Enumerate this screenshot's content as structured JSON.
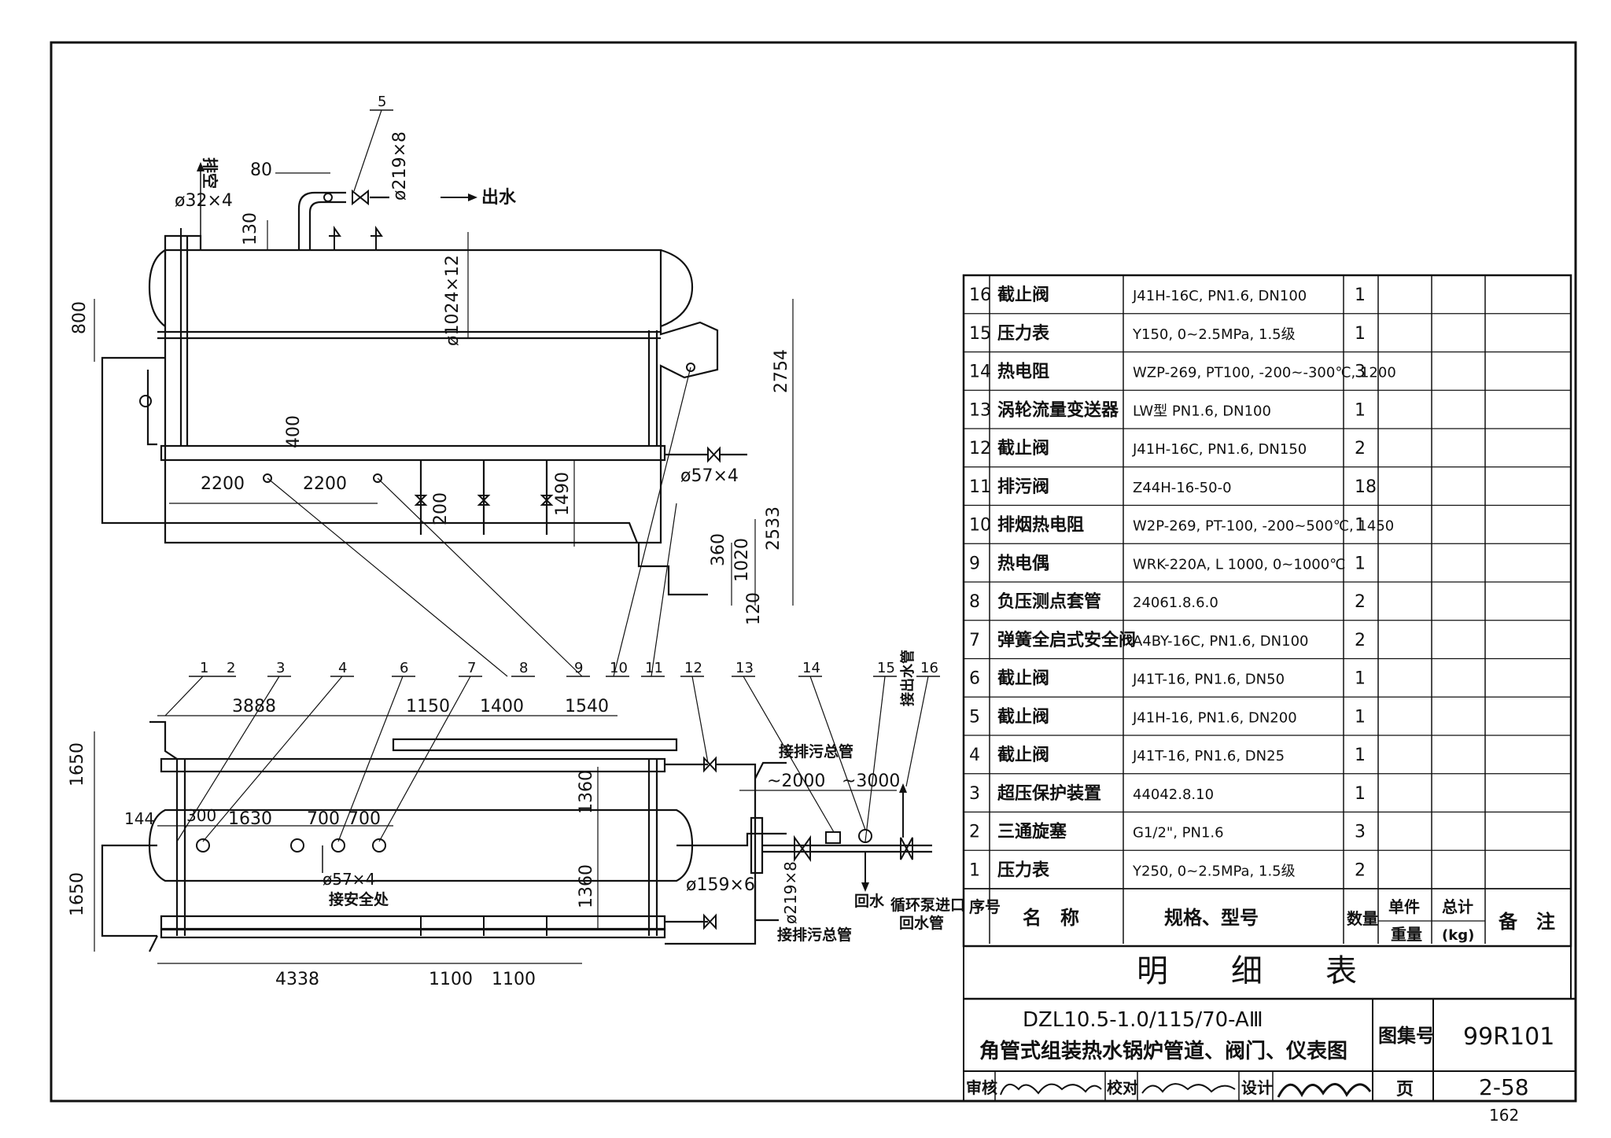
{
  "drawing": {
    "page_number": "162",
    "elevation_view": {
      "dims": {
        "d80": "80",
        "d130": "130",
        "d800": "800",
        "d2754": "2754",
        "d400": "400",
        "d2200a": "2200",
        "d2200b": "2200",
        "d200": "200",
        "d1490": "1490",
        "d2533": "2533",
        "d360": "360",
        "d1020": "1020",
        "d120": "120",
        "phi32": "ø32×4",
        "phi219": "ø219×8",
        "phi1024": "ø1024×12",
        "phi57": "ø57×4"
      },
      "labels": {
        "vent": "排空",
        "outlet": "出水"
      }
    },
    "plan_view": {
      "dims": {
        "d3888": "3888",
        "d1150": "1150",
        "d1400": "1400",
        "d1540": "1540",
        "d1650a": "1650",
        "d1650b": "1650",
        "d144": "144",
        "d300": "300",
        "d1630": "1630",
        "d700a": "700",
        "d700b": "700",
        "d1360a": "1360",
        "d1360b": "1360",
        "d4338": "4338",
        "d1100a": "1100",
        "d1100b": "1100",
        "d2000": "~2000",
        "d3000": "~3000",
        "phi57": "ø57×4",
        "phi159": "ø159×6",
        "phi219": "ø219×8"
      },
      "labels": {
        "to_blowdown_top": "接排污总管",
        "to_blowdown_bottom": "接排污总管",
        "to_outlet_main": "接出水管",
        "return_water": "回水",
        "pump_inlet": "循环泵进口",
        "return_pipe": "回水管",
        "to_safety": "接安全处"
      }
    },
    "callouts": [
      "1",
      "2",
      "3",
      "4",
      "5",
      "6",
      "7",
      "8",
      "9",
      "10",
      "11",
      "12",
      "13",
      "14",
      "15",
      "16"
    ]
  },
  "bom": {
    "title": "明　　细　　表",
    "headers": {
      "no": "序号",
      "name": "名　称",
      "spec": "规格、型号",
      "qty": "数量",
      "unit_weight": "单件",
      "total": "总计",
      "weight": "重量",
      "kg": "(kg)",
      "remark": "备　注"
    },
    "rows": [
      {
        "no": "16",
        "name": "截止阀",
        "spec": "J41H-16C,  PN1.6, DN100",
        "qty": "1"
      },
      {
        "no": "15",
        "name": "压力表",
        "spec": "Y150,   0~2.5MPa,   1.5级",
        "qty": "1"
      },
      {
        "no": "14",
        "name": "热电阻",
        "spec": "WZP-269, PT100, -200~-300℃, 1200",
        "qty": "3"
      },
      {
        "no": "13",
        "name": "涡轮流量变送器",
        "spec": "LW型     PN1.6,  DN100",
        "qty": "1"
      },
      {
        "no": "12",
        "name": "截止阀",
        "spec": "J41H-16C,  PN1.6, DN150",
        "qty": "2"
      },
      {
        "no": "11",
        "name": "排污阀",
        "spec": "Z44H-16-50-0",
        "qty": "18"
      },
      {
        "no": "10",
        "name": "排烟热电阻",
        "spec": "W2P-269, PT-100, -200~500℃, 1450",
        "qty": "1"
      },
      {
        "no": "9",
        "name": "热电偶",
        "spec": "WRK-220A,   L 1000,   0~1000℃",
        "qty": "1"
      },
      {
        "no": "8",
        "name": "负压测点套管",
        "spec": "24061.8.6.0",
        "qty": "2"
      },
      {
        "no": "7",
        "name": "弹簧全启式安全阀",
        "spec": "A4BY-16C,  PN1.6, DN100",
        "qty": "2"
      },
      {
        "no": "6",
        "name": "截止阀",
        "spec": "J41T-16,    PN1.6, DN50",
        "qty": "1"
      },
      {
        "no": "5",
        "name": "截止阀",
        "spec": "J41H-16,    PN1.6, DN200",
        "qty": "1"
      },
      {
        "no": "4",
        "name": "截止阀",
        "spec": "J41T-16,    PN1.6, DN25",
        "qty": "1"
      },
      {
        "no": "3",
        "name": "超压保护装置",
        "spec": "44042.8.10",
        "qty": "1"
      },
      {
        "no": "2",
        "name": "三通旋塞",
        "spec": "G1/2\", PN1.6",
        "qty": "3"
      },
      {
        "no": "1",
        "name": "压力表",
        "spec": "Y250,   0~2.5MPa,   1.5级",
        "qty": "2"
      }
    ]
  },
  "title_block": {
    "model": "DZL10.5-1.0/115/70-AⅢ",
    "title": "角管式组装热水锅炉管道、阀门、仪表图",
    "atlas_label": "图集号",
    "atlas_no": "99R101",
    "review_label": "审核",
    "check_label": "校对",
    "design_label": "设计",
    "page_label": "页",
    "page_no": "2-58"
  }
}
